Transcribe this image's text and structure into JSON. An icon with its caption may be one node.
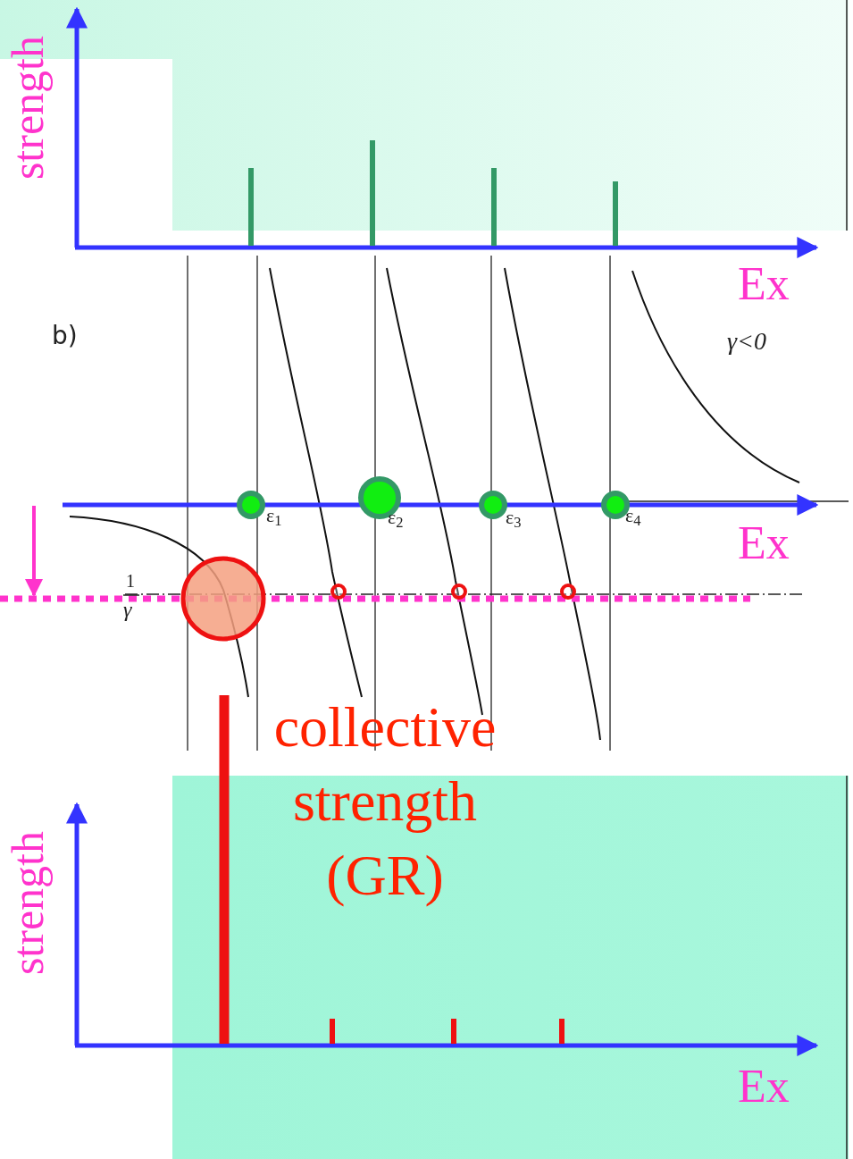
{
  "diagram": {
    "labels": [
      "strength",
      "Ex",
      "b)",
      "γ<0",
      "ε$_{1}$",
      "ε$_{2}$",
      "ε$_{3}$",
      "ε$_{4}$",
      "Ex",
      "1",
      "γ",
      "collective strength (GR)",
      "strength",
      "Ex"
    ]
  }
}
